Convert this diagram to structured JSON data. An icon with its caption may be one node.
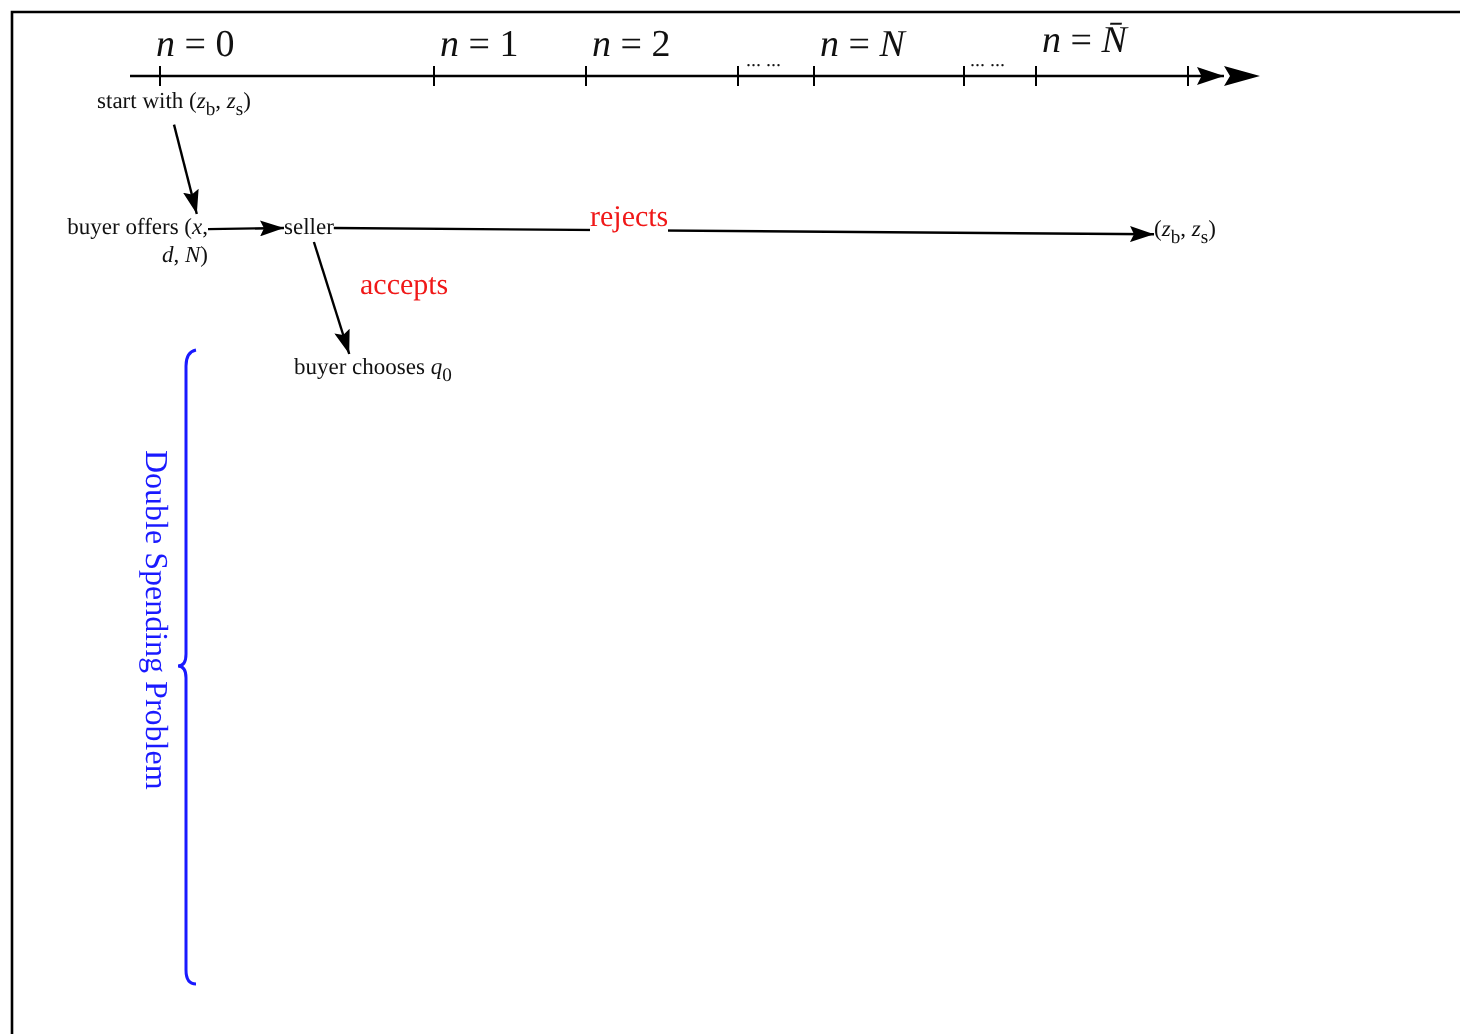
{
  "diagram": {
    "nodes": [
      {
        "text": [
          "start with (*z*$_{b}$, *z*$_{s}$)"
        ]
      },
      {
        "text": [
          "buyer offers (*x*, *d*, *N*)"
        ]
      },
      {
        "text": [
          "seller"
        ]
      },
      {
        "text": [
          "(*z*$_{b}$, *z*$_{s}$)"
        ]
      },
      {
        "text": [
          "buyer chooses *q*$_{0}$"
        ]
      }
    ],
    "edges": [
      {
        "from": 0,
        "to": 1,
        "arrow": "to"
      },
      {
        "from": 1,
        "to": 2,
        "arrow": "to"
      },
      {
        "from": 2,
        "to": 3,
        "arrow": "to",
        "label": "rejects"
      },
      {
        "from": 2,
        "to": 4,
        "arrow": "to",
        "label": "accepts"
      }
    ],
    "labels": [
      "*n* = 0",
      "*n* = 1",
      "*n* = 2",
      "... ...",
      "*n* = *N*",
      "... ...",
      "*n* = *N̄*",
      "Double Spending Problem"
    ]
  }
}
